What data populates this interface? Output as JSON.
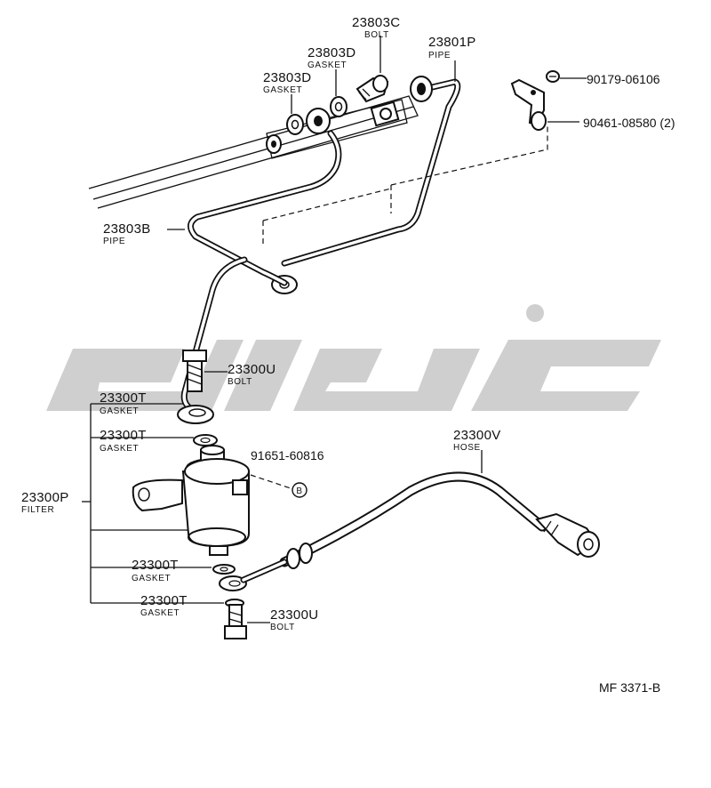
{
  "callouts": [
    {
      "id": "bolt_23803c",
      "part": "23803C",
      "name": "BOLT"
    },
    {
      "id": "gasket_23803d_a",
      "part": "23803D",
      "name": "GASKET"
    },
    {
      "id": "gasket_23803d_b",
      "part": "23803D",
      "name": "GASKET"
    },
    {
      "id": "pipe_23801p",
      "part": "23801P",
      "name": "PIPE"
    },
    {
      "id": "clip_90179",
      "part": "90179-06106",
      "name": ""
    },
    {
      "id": "clamp_90461",
      "part": "90461-08580 (2)",
      "name": ""
    },
    {
      "id": "pipe_23803b",
      "part": "23803B",
      "name": "PIPE"
    },
    {
      "id": "bolt_23300u_top",
      "part": "23300U",
      "name": "BOLT"
    },
    {
      "id": "gasket_23300t_1",
      "part": "23300T",
      "name": "GASKET"
    },
    {
      "id": "gasket_23300t_2",
      "part": "23300T",
      "name": "GASKET"
    },
    {
      "id": "bolt_91651",
      "part": "91651-60816",
      "name": ""
    },
    {
      "id": "hose_23300v",
      "part": "23300V",
      "name": "HOSE"
    },
    {
      "id": "filter_23300p",
      "part": "23300P",
      "name": "FILTER"
    },
    {
      "id": "gasket_23300t_3",
      "part": "23300T",
      "name": "GASKET"
    },
    {
      "id": "gasket_23300t_4",
      "part": "23300T",
      "name": "GASKET"
    },
    {
      "id": "bolt_23300u_bot",
      "part": "23300U",
      "name": "BOLT"
    }
  ],
  "circle_marker": "B",
  "figure_code": "MF 3371-B",
  "watermark": {
    "description": "Arabic-style logo watermark",
    "color": "#c7c7c7"
  }
}
